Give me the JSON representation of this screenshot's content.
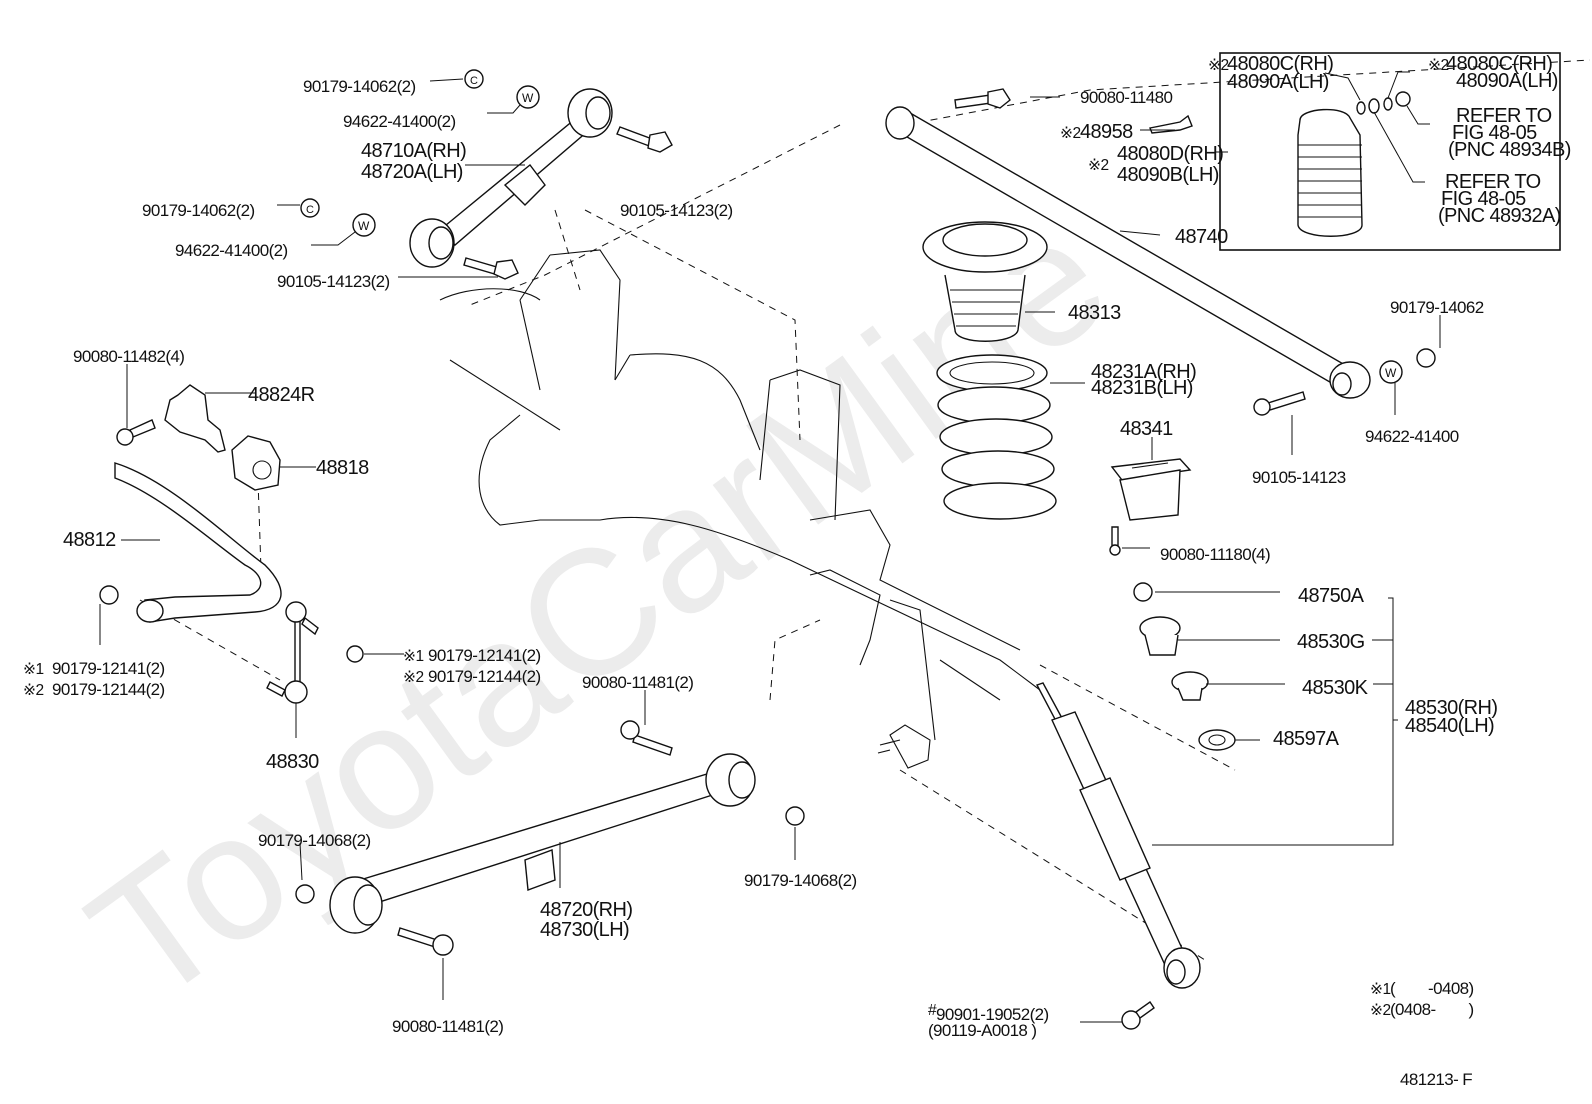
{
  "diagram": {
    "title": "Rear Suspension Parts Diagram",
    "watermark": "ToyotaCarMine",
    "figure_code": "481213- F",
    "notes": [
      {
        "mark": "※1",
        "range": "(        -0408)"
      },
      {
        "mark": "※2",
        "range": "(0408-        )"
      }
    ]
  },
  "labels": {
    "upper_nut_a": "90179-14062(2)",
    "upper_washer_a": "94622-41400(2)",
    "upper_arm_rh": "48710A(RH)",
    "upper_arm_lh": "48720A(LH)",
    "upper_nut_b": "90179-14062(2)",
    "upper_washer_b": "94622-41400(2)",
    "upper_bolt_a": "90105-14123(2)",
    "upper_bolt_b": "90105-14123(2)",
    "lat_bolt": "90080-11480",
    "clip_mark": "※2",
    "clip": "48958",
    "bumper_mark": "※2",
    "bumper_rh": "48080D(RH)",
    "bumper_lh": "48090B(LH)",
    "lateral_rod": "48740",
    "inset_mark_a": "※2",
    "inset_a_rh": "48080C(RH)",
    "inset_a_lh": "48090A(LH)",
    "inset_mark_b": "※2",
    "inset_b_rh": "48080C(RH)",
    "inset_b_lh": "48090A(LH)",
    "refer_1_line1": "REFER TO",
    "refer_1_line2": "FIG 48-05",
    "refer_1_line3": "(PNC 48934B)",
    "refer_2_line1": "REFER TO",
    "refer_2_line2": "FIG 48-05",
    "refer_2_line3": "(PNC 48932A)",
    "spring_insulator": "48313",
    "coil_spring_rh": "48231A(RH)",
    "coil_spring_lh": "48231B(LH)",
    "rod_nut": "90179-14062",
    "rod_washer": "94622-41400",
    "rod_bolt": "90105-14123",
    "bump_stopper": "48341",
    "stopper_bolt": "90080-11180(4)",
    "stab_bolt": "90080-11482(4)",
    "stab_bracket": "48824R",
    "stab_bushing": "48818",
    "stab_bar": "48812",
    "link_nut_1_mark": "※1",
    "link_nut_1": "90179-12141(2)",
    "link_nut_2_mark": "※2",
    "link_nut_2": "90179-12144(2)",
    "link_nut_r1_mark": "※1",
    "link_nut_r1": "90179-12141(2)",
    "link_nut_r2_mark": "※2",
    "link_nut_r2": "90179-12144(2)",
    "stab_link": "48830",
    "lower_bolt_top": "90080-11481(2)",
    "lower_nut_left": "90179-14068(2)",
    "lower_arm_rh": "48720(RH)",
    "lower_arm_lh": "48730(LH)",
    "lower_nut_right": "90179-14068(2)",
    "lower_bolt_bottom": "90080-11481(2)",
    "shock_nut": "48750A",
    "shock_cushion_g": "48530G",
    "shock_cushion_k": "48530K",
    "shock_washer": "48597A",
    "shock_rh": "48530(RH)",
    "shock_lh": "48540(LH)",
    "shock_bolt_hash": "#",
    "shock_bolt": "90901-19052(2)",
    "shock_bolt_alt": "(90119-A0018  )"
  },
  "icons": {
    "nut": "nut-icon",
    "washer": "washer-w-icon",
    "bolt": "bolt-icon"
  }
}
